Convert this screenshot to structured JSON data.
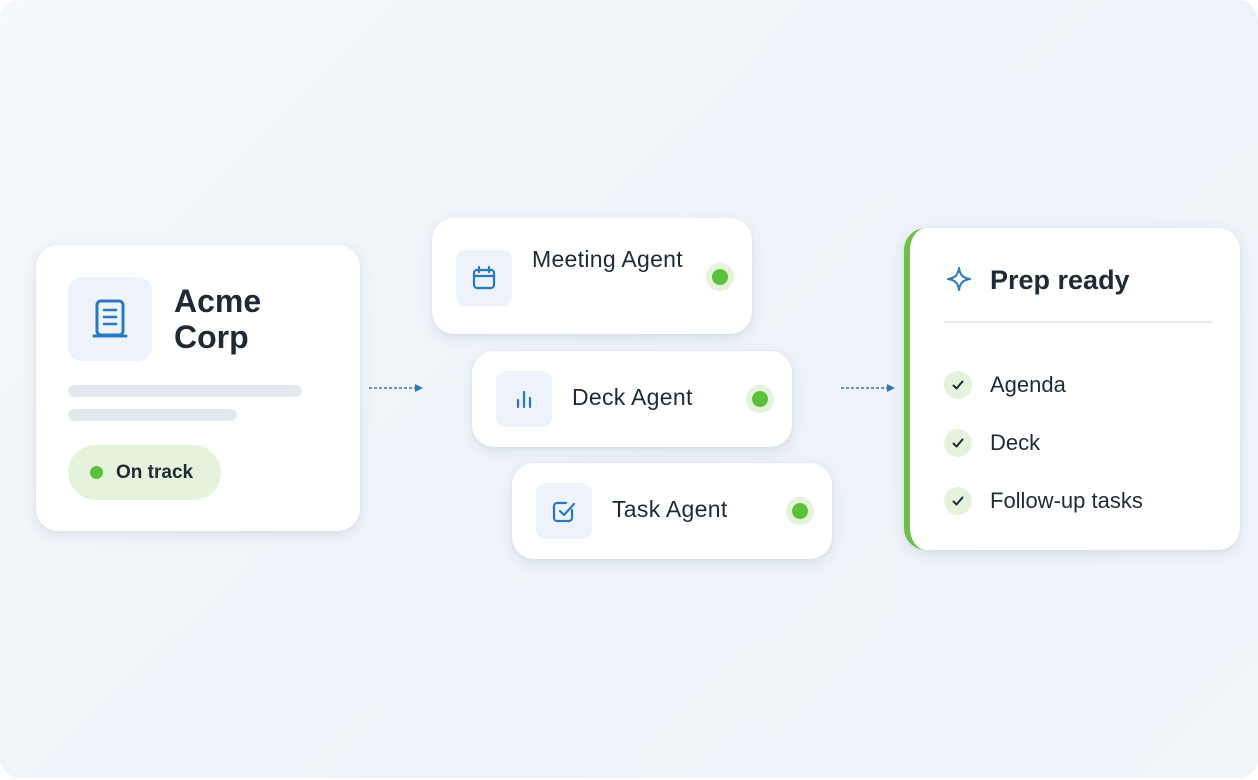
{
  "company": {
    "name": "Acme Corp",
    "icon": "building-icon",
    "status": "On track",
    "status_color": "#5cc13a"
  },
  "agents": [
    {
      "label": "Meeting Agent",
      "icon": "calendar-icon",
      "status_color": "#5cc13a"
    },
    {
      "label": "Deck Agent",
      "icon": "bar-chart-icon",
      "status_color": "#5cc13a"
    },
    {
      "label": "Task Agent",
      "icon": "checkbox-icon",
      "status_color": "#5cc13a"
    }
  ],
  "result": {
    "title": "Prep ready",
    "icon": "sparkle-icon",
    "accent": "#6cc044",
    "items": [
      {
        "label": "Agenda",
        "checked": true
      },
      {
        "label": "Deck",
        "checked": true
      },
      {
        "label": "Follow-up tasks",
        "checked": true
      }
    ]
  },
  "colors": {
    "accent_blue": "#2b78c2",
    "text": "#1f2a37",
    "success": "#5cc13a"
  }
}
